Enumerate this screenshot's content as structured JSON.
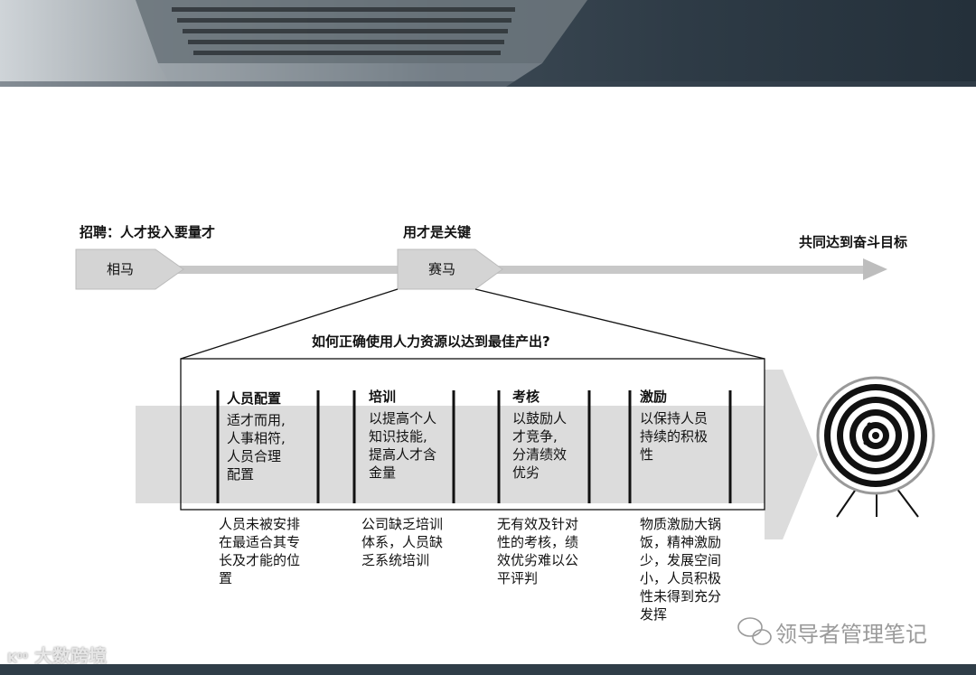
{
  "timeline": {
    "stage1_top_label": "招聘：人才投入要量才",
    "stage1_box": "相马",
    "stage2_top_label": "用才是关键",
    "stage2_box": "赛马",
    "goal_label": "共同达到奋斗目标"
  },
  "question": "如何正确使用人力资源以达到最佳产出?",
  "categories": [
    {
      "title": "人员配置",
      "lines": [
        "适才而用,",
        "人事相符,",
        "人员合理",
        "配置"
      ]
    },
    {
      "title": "培训",
      "lines": [
        "以提高个人",
        "知识技能,",
        "提高人才含",
        "金量"
      ]
    },
    {
      "title": "考核",
      "lines": [
        "以鼓励人",
        "才竞争,",
        "分清绩效",
        "优劣"
      ]
    },
    {
      "title": "激励",
      "lines": [
        "以保持人员",
        "持续的积极",
        "性"
      ]
    }
  ],
  "problems": [
    {
      "lines": [
        "人员未被安排",
        "在最适合其专",
        "长及才能的位",
        "置"
      ]
    },
    {
      "lines": [
        "公司缺乏培训",
        "体系，人员缺",
        "乏系统培训"
      ]
    },
    {
      "lines": [
        "无有效及针对",
        "性的考核，绩",
        "效优劣难以公",
        "平评判"
      ]
    },
    {
      "lines": [
        "物质激励大锅",
        "饭，精神激励",
        "少，发展空间",
        "小，人员积极",
        "性未得到充分",
        "发挥"
      ]
    }
  ],
  "watermarks": {
    "left": "大数跨境",
    "right": "领导者管理笔记"
  },
  "icons": {
    "target": "target-icon",
    "wechat": "wechat-icon"
  }
}
